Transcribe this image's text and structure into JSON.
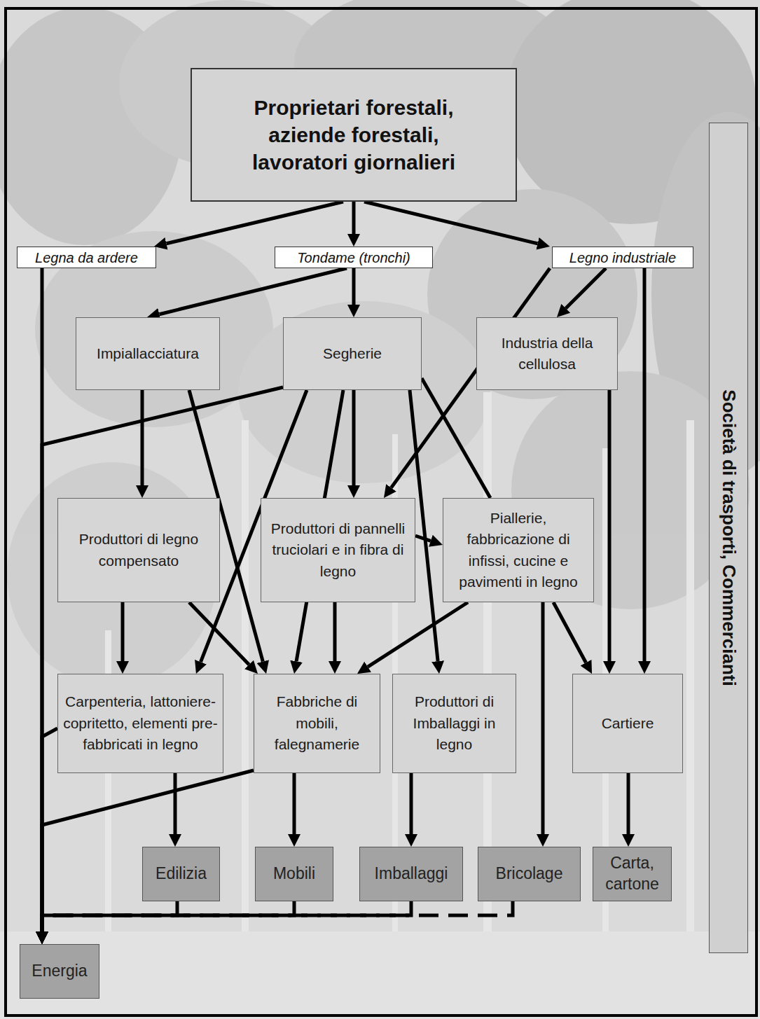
{
  "diagram": {
    "nodes": [
      {
        "text": [
          "Proprietari forestali, aziende forestali, lavoratori giornalieri"
        ]
      },
      {
        "text": [
          "Legna da ardere"
        ]
      },
      {
        "text": [
          "Tondame (tronchi)"
        ]
      },
      {
        "text": [
          "Legno industriale"
        ]
      },
      {
        "text": [
          "Impiallacciatura"
        ]
      },
      {
        "text": [
          "Segherie"
        ]
      },
      {
        "text": [
          "Industria della cellulosa"
        ]
      },
      {
        "text": [
          "Produttori di legno compensato"
        ]
      },
      {
        "text": [
          "Produttori di pannelli truciolari e in fibra di legno"
        ]
      },
      {
        "text": [
          "Piallerie, fabbricazione di infissi, cucine e pavimenti in legno"
        ]
      },
      {
        "text": [
          "Carpenteria, lattoniere-copritetto, elementi pre-fabbricati in legno"
        ]
      },
      {
        "text": [
          "Fabbriche di mobili, falegnamerie"
        ]
      },
      {
        "text": [
          "Produttori di Imballaggi in legno"
        ]
      },
      {
        "text": [
          "Cartiere"
        ]
      },
      {
        "text": [
          "Edilizia"
        ]
      },
      {
        "text": [
          "Mobili"
        ]
      },
      {
        "text": [
          "Imballaggi"
        ]
      },
      {
        "text": [
          "Bricolage"
        ]
      },
      {
        "text": [
          "Carta, cartone"
        ]
      },
      {
        "text": [
          "Energia"
        ]
      },
      {
        "text": [
          "Società di trasporti, Commercianti"
        ]
      }
    ],
    "edges": [
      {
        "from": 0,
        "to": 1,
        "arrow": "to"
      },
      {
        "from": 0,
        "to": 2,
        "arrow": "to"
      },
      {
        "from": 0,
        "to": 3,
        "arrow": "to"
      },
      {
        "from": 1,
        "to": 19,
        "arrow": "to"
      },
      {
        "from": 2,
        "to": 4,
        "arrow": "to"
      },
      {
        "from": 2,
        "to": 5,
        "arrow": "to"
      },
      {
        "from": 3,
        "to": 6,
        "arrow": "to"
      },
      {
        "from": 3,
        "to": 8,
        "arrow": "to"
      },
      {
        "from": 3,
        "to": 13,
        "arrow": "to"
      },
      {
        "from": 4,
        "to": 7,
        "arrow": "to"
      },
      {
        "from": 4,
        "to": 11,
        "arrow": "to"
      },
      {
        "from": 5,
        "to": 19,
        "arrow": "to"
      },
      {
        "from": 5,
        "to": 10,
        "arrow": "to"
      },
      {
        "from": 5,
        "to": 8,
        "arrow": "to"
      },
      {
        "from": 5,
        "to": 11,
        "arrow": "to"
      },
      {
        "from": 5,
        "to": 12,
        "arrow": "to"
      },
      {
        "from": 5,
        "to": 9,
        "arrow": "none"
      },
      {
        "from": 6,
        "to": 13,
        "arrow": "to"
      },
      {
        "from": 7,
        "to": 10,
        "arrow": "to"
      },
      {
        "from": 7,
        "to": 11,
        "arrow": "to"
      },
      {
        "from": 8,
        "to": 9,
        "arrow": "to"
      },
      {
        "from": 8,
        "to": 11,
        "arrow": "to"
      },
      {
        "from": 9,
        "to": 11,
        "arrow": "to"
      },
      {
        "from": 9,
        "to": 17,
        "arrow": "to"
      },
      {
        "from": 9,
        "to": 13,
        "arrow": "to"
      },
      {
        "from": 10,
        "to": 19,
        "arrow": "to"
      },
      {
        "from": 11,
        "to": 19,
        "arrow": "to"
      },
      {
        "from": 10,
        "to": 14,
        "arrow": "to"
      },
      {
        "from": 11,
        "to": 15,
        "arrow": "to"
      },
      {
        "from": 12,
        "to": 16,
        "arrow": "to"
      },
      {
        "from": 13,
        "to": 18,
        "arrow": "to"
      },
      {
        "from": 14,
        "to": 19,
        "arrow": "to"
      },
      {
        "from": 15,
        "to": 19,
        "arrow": "to"
      },
      {
        "from": 16,
        "to": 19,
        "arrow": "to"
      },
      {
        "from": 17,
        "to": 19,
        "arrow": "to"
      }
    ]
  }
}
